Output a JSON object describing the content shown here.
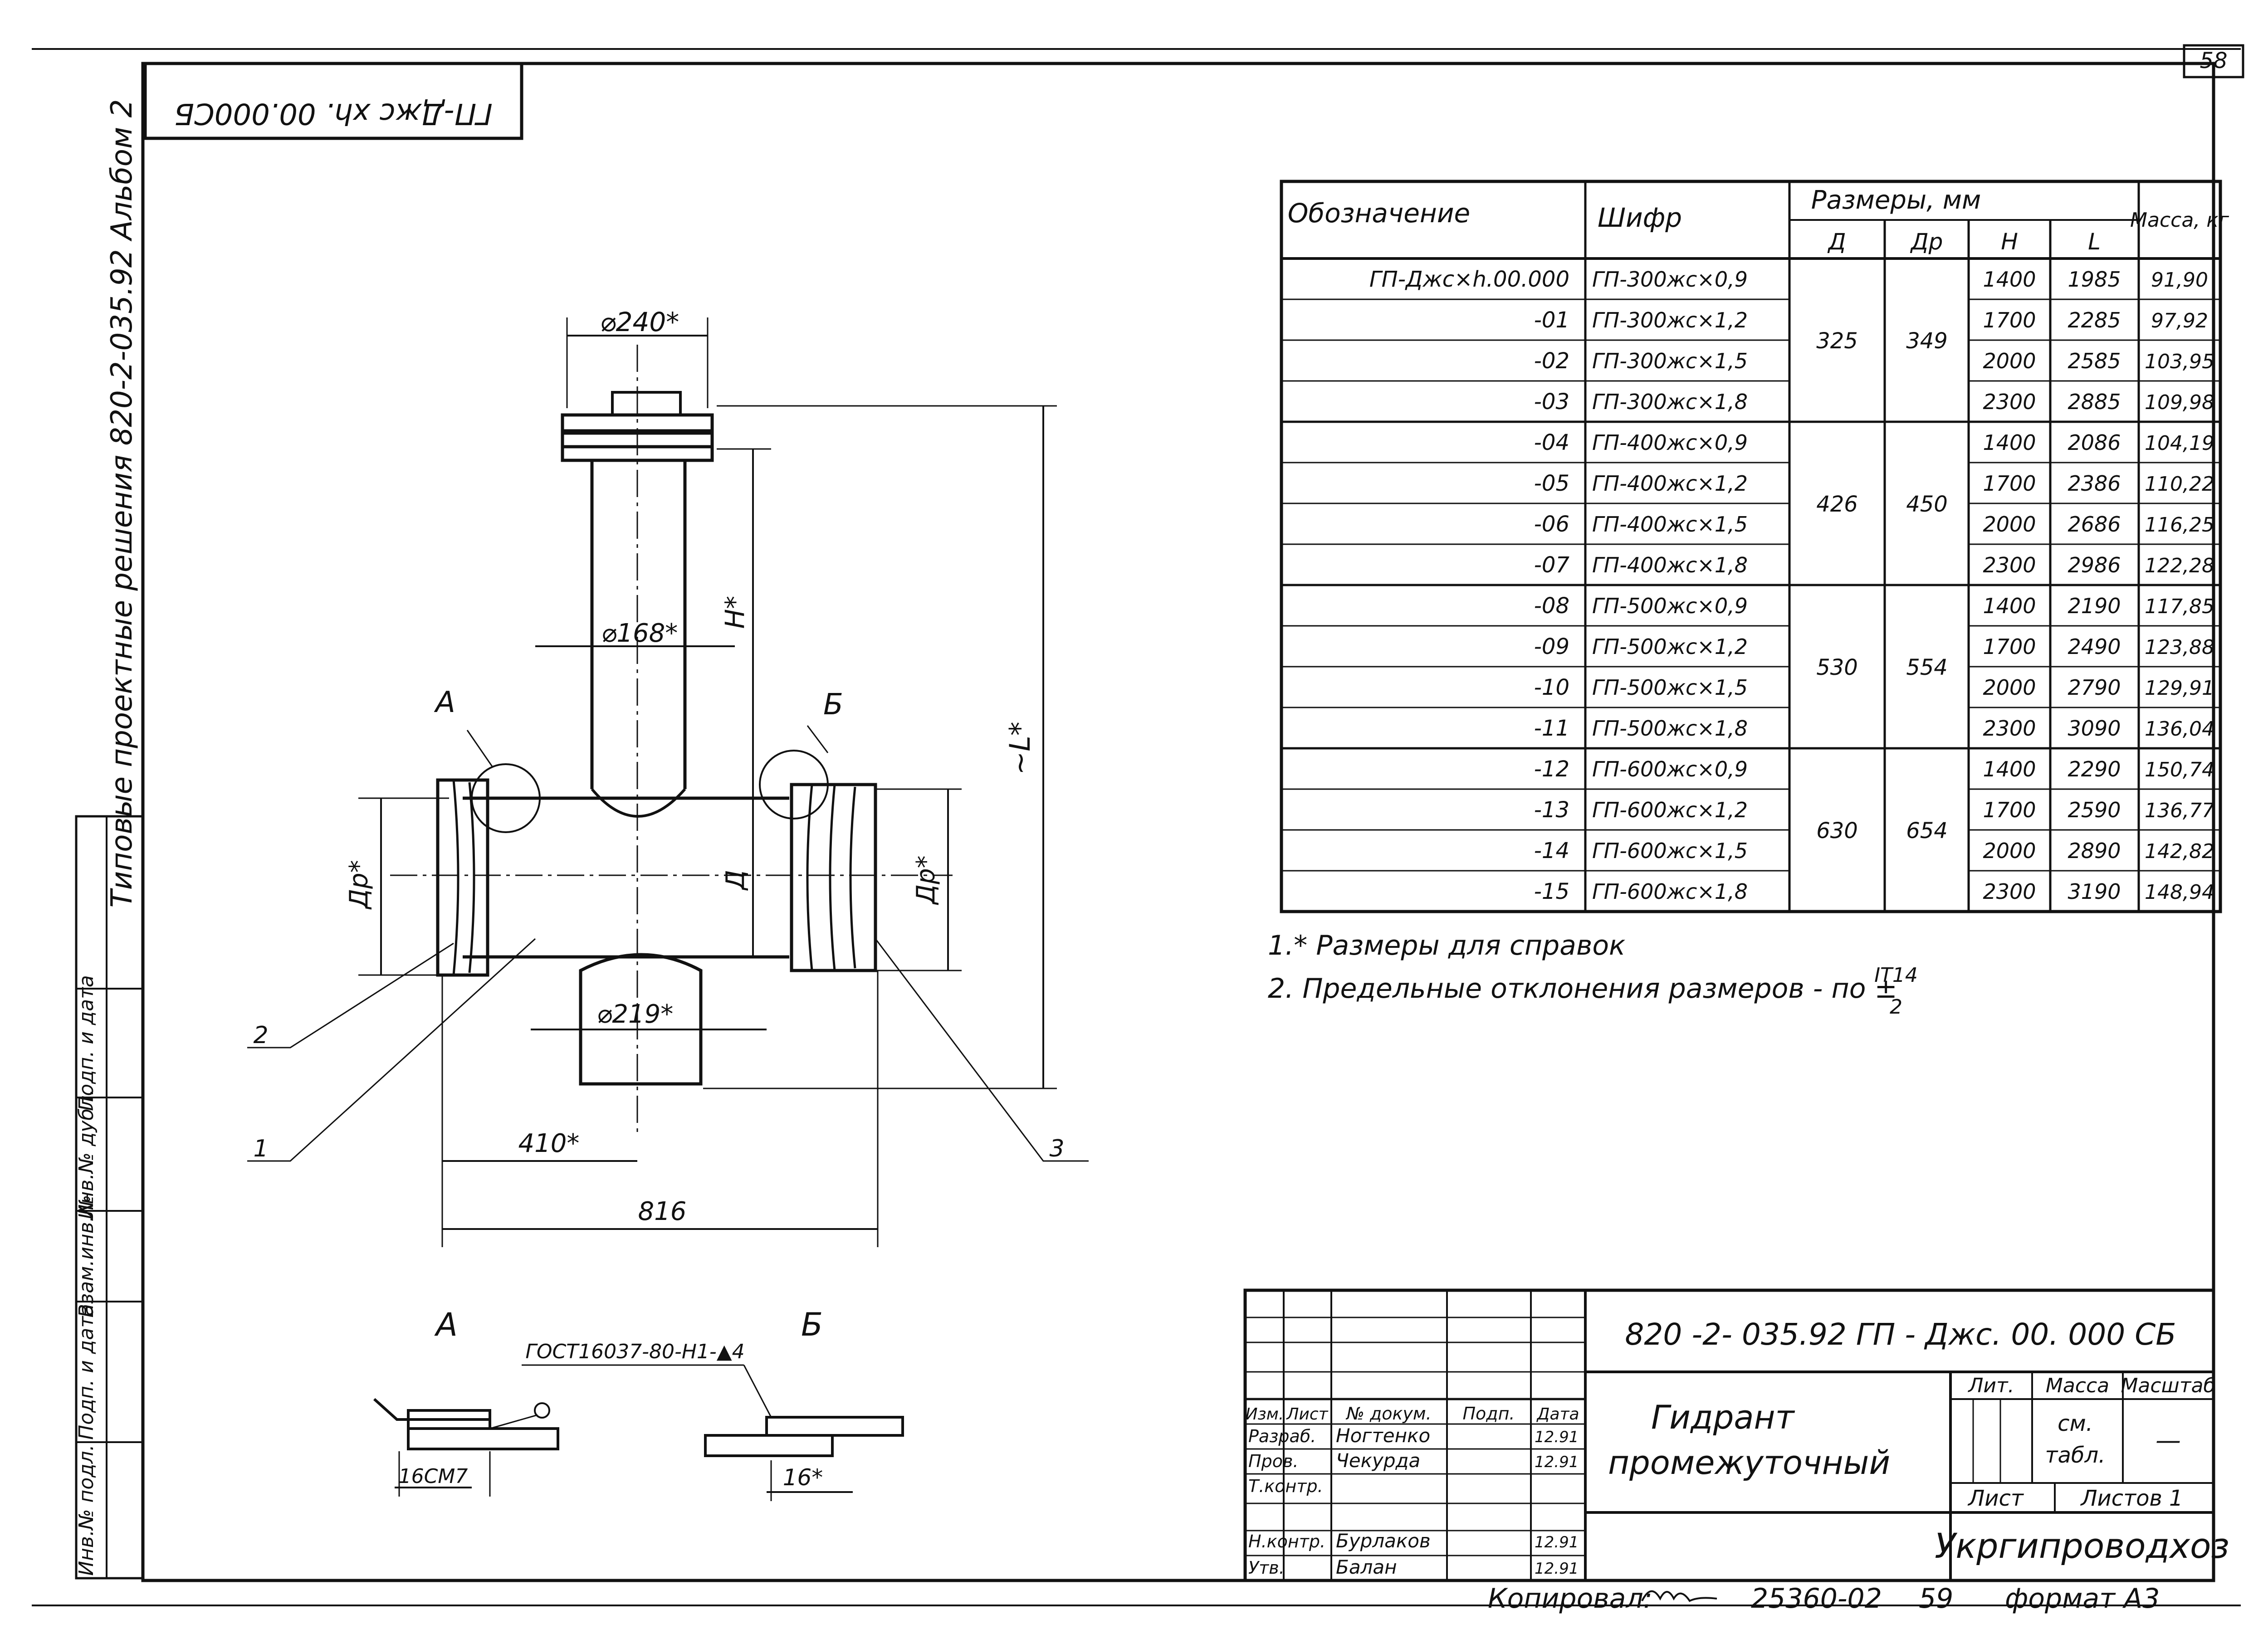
{
  "sheet_number": "58",
  "stamp_code": "ГП-Джс хh. 00.000СБ",
  "side_title": "Типовые проектные решения 820-2-035.92 Альбом 2",
  "side_stamp_labels": [
    "Инв.№ подл.",
    "Подп. и дата",
    "Взам.инв.№",
    "Инв.№ дубл.",
    "Подп. и дата"
  ],
  "drawing": {
    "dim_d240": "⌀240*",
    "dim_d168": "⌀168*",
    "dim_d219": "⌀219*",
    "dim_H": "H*",
    "dim_L": "~L*",
    "dim_Dp_left": "Дp*",
    "dim_Dp_right": "Дp*",
    "dim_D": "Д",
    "dim_410": "410*",
    "dim_816": "816",
    "callout_A": "А",
    "callout_B": "Б",
    "pos_1": "1",
    "pos_2": "2",
    "pos_3": "3"
  },
  "details": {
    "A_title": "А",
    "B_title": "Б",
    "weld_note": "ГОСТ16037-80-Н1-▲4",
    "A_dim": "16СМ7",
    "B_dim": "16*"
  },
  "table": {
    "headers": {
      "designation": "Обозначение",
      "code": "Шифр",
      "sizes": "Размеры, мм",
      "D": "Д",
      "Dp": "Др",
      "H": "Н",
      "L": "L",
      "mass": "Масса, кг"
    },
    "rows": [
      {
        "designation": "ГП-Джс×h.00.000",
        "code": "ГП-300жс×0,9",
        "H": "1400",
        "L": "1985",
        "mass": "91,90"
      },
      {
        "designation": "-01",
        "code": "ГП-300жс×1,2",
        "H": "1700",
        "L": "2285",
        "mass": "97,92"
      },
      {
        "designation": "-02",
        "code": "ГП-300жс×1,5",
        "H": "2000",
        "L": "2585",
        "mass": "103,95"
      },
      {
        "designation": "-03",
        "code": "ГП-300жс×1,8",
        "H": "2300",
        "L": "2885",
        "mass": "109,98"
      },
      {
        "designation": "-04",
        "code": "ГП-400жс×0,9",
        "H": "1400",
        "L": "2086",
        "mass": "104,19"
      },
      {
        "designation": "-05",
        "code": "ГП-400жс×1,2",
        "H": "1700",
        "L": "2386",
        "mass": "110,22"
      },
      {
        "designation": "-06",
        "code": "ГП-400жс×1,5",
        "H": "2000",
        "L": "2686",
        "mass": "116,25"
      },
      {
        "designation": "-07",
        "code": "ГП-400жс×1,8",
        "H": "2300",
        "L": "2986",
        "mass": "122,28"
      },
      {
        "designation": "-08",
        "code": "ГП-500жс×0,9",
        "H": "1400",
        "L": "2190",
        "mass": "117,85"
      },
      {
        "designation": "-09",
        "code": "ГП-500жс×1,2",
        "H": "1700",
        "L": "2490",
        "mass": "123,88"
      },
      {
        "designation": "-10",
        "code": "ГП-500жс×1,5",
        "H": "2000",
        "L": "2790",
        "mass": "129,91"
      },
      {
        "designation": "-11",
        "code": "ГП-500жс×1,8",
        "H": "2300",
        "L": "3090",
        "mass": "136,04"
      },
      {
        "designation": "-12",
        "code": "ГП-600жс×0,9",
        "H": "1400",
        "L": "2290",
        "mass": "150,74"
      },
      {
        "designation": "-13",
        "code": "ГП-600жс×1,2",
        "H": "1700",
        "L": "2590",
        "mass": "136,77"
      },
      {
        "designation": "-14",
        "code": "ГП-600жс×1,5",
        "H": "2000",
        "L": "2890",
        "mass": "142,82"
      },
      {
        "designation": "-15",
        "code": "ГП-600жс×1,8",
        "H": "2300",
        "L": "3190",
        "mass": "148,94"
      }
    ],
    "groups": [
      {
        "D": "325",
        "Dp": "349"
      },
      {
        "D": "426",
        "Dp": "450"
      },
      {
        "D": "530",
        "Dp": "554"
      },
      {
        "D": "630",
        "Dp": "654"
      }
    ]
  },
  "notes": {
    "note1": "1.* Размеры для справок",
    "note2": "2. Предельные отклонения размеров - по ±",
    "note2_frac_top": "IT14",
    "note2_frac_bottom": "2"
  },
  "title_block": {
    "doc_code": "820 -2- 035.92  ГП - Джс. 00. 000 СБ",
    "name_line1": "Гидрант",
    "name_line2": "промежуточный",
    "lit": "Лит.",
    "massa": "Масса",
    "masshtab": "Масштаб",
    "mass_value_1": "см.",
    "mass_value_2": "табл.",
    "scale_value": "—",
    "list": "Лист",
    "listov": "Листов 1",
    "org": "Укргипроводхоз",
    "col_izm": "Изм.",
    "col_list": "Лист",
    "col_doc": "№ докум.",
    "col_sign": "Подп.",
    "col_date": "Дата",
    "roles": [
      {
        "role": "Разраб.",
        "name": "Ногтенко",
        "date": "12.91"
      },
      {
        "role": "Пров.",
        "name": "Чекурда",
        "date": "12.91"
      },
      {
        "role": "Т.контр.",
        "name": "",
        "date": ""
      },
      {
        "role": "",
        "name": "",
        "date": ""
      },
      {
        "role": "Н.контр.",
        "name": "Бурлаков",
        "date": "12.91"
      },
      {
        "role": "Утв.",
        "name": "Балан",
        "date": "12.91"
      }
    ]
  },
  "footer": {
    "copied": "Копировал:",
    "number": "25360-02",
    "sheet": "59",
    "format": "формат А3"
  }
}
